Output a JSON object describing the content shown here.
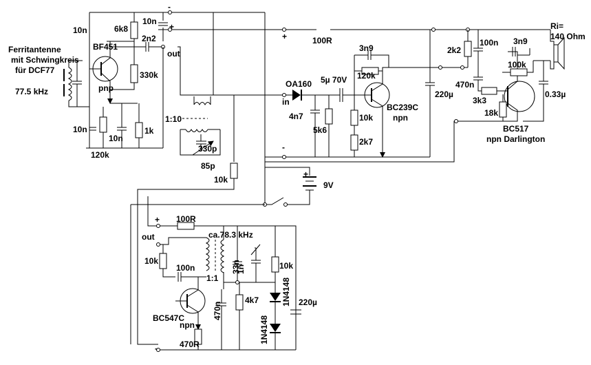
{
  "labels": [
    {
      "id": "lbl-10n-a",
      "text": "10n"
    },
    {
      "id": "lbl-10n-b",
      "text": "10n"
    },
    {
      "id": "lbl-6k8",
      "text": "6k8"
    },
    {
      "id": "lbl-minus-top",
      "text": "-"
    },
    {
      "id": "lbl-plus-top",
      "text": "+"
    },
    {
      "id": "lbl-2n2",
      "text": "2n2"
    },
    {
      "id": "lbl-out-top",
      "text": "out"
    },
    {
      "id": "lbl-ferrit-1",
      "text": "Ferritantenne"
    },
    {
      "id": "lbl-ferrit-2",
      "text": "mit Schwingkreis"
    },
    {
      "id": "lbl-ferrit-3",
      "text": "für DCF77"
    },
    {
      "id": "lbl-bf451",
      "text": "BF451"
    },
    {
      "id": "lbl-330k",
      "text": "330k"
    },
    {
      "id": "lbl-freq",
      "text": "77.5 kHz"
    },
    {
      "id": "lbl-pnp",
      "text": "pnp"
    },
    {
      "id": "lbl-10n-c",
      "text": "10n"
    },
    {
      "id": "lbl-10n-d",
      "text": "10n"
    },
    {
      "id": "lbl-1k",
      "text": "1k"
    },
    {
      "id": "lbl-120k-a",
      "text": "120k"
    },
    {
      "id": "lbl-1-10",
      "text": "1:10"
    },
    {
      "id": "lbl-330p",
      "text": "330p"
    },
    {
      "id": "lbl-85p",
      "text": "85p"
    },
    {
      "id": "lbl-10k-a",
      "text": "10k"
    },
    {
      "id": "lbl-plus-mid",
      "text": "+"
    },
    {
      "id": "lbl-100r-a",
      "text": "100R"
    },
    {
      "id": "lbl-oa160",
      "text": "OA160"
    },
    {
      "id": "lbl-in",
      "text": "in"
    },
    {
      "id": "lbl-5u",
      "text": "5µ 70V"
    },
    {
      "id": "lbl-3n9-a",
      "text": "3n9"
    },
    {
      "id": "lbl-120k-b",
      "text": "120k"
    },
    {
      "id": "lbl-4n7",
      "text": "4n7"
    },
    {
      "id": "lbl-5k6",
      "text": "5k6"
    },
    {
      "id": "lbl-10k-b",
      "text": "10k"
    },
    {
      "id": "lbl-2k7",
      "text": "2k7"
    },
    {
      "id": "lbl-bc239c",
      "text": "BC239C"
    },
    {
      "id": "lbl-npn-a",
      "text": "npn"
    },
    {
      "id": "lbl-220u-a",
      "text": "220µ"
    },
    {
      "id": "lbl-minus-mid",
      "text": "-"
    },
    {
      "id": "lbl-2k2",
      "text": "2k2"
    },
    {
      "id": "lbl-100n-a",
      "text": "100n"
    },
    {
      "id": "lbl-3n9-b",
      "text": "3n9"
    },
    {
      "id": "lbl-100k",
      "text": "100k"
    },
    {
      "id": "lbl-ri",
      "text": "Ri="
    },
    {
      "id": "lbl-140ohm",
      "text": "140 Ohm"
    },
    {
      "id": "lbl-470n-a",
      "text": "470n"
    },
    {
      "id": "lbl-3k3",
      "text": "3k3"
    },
    {
      "id": "lbl-18k",
      "text": "18k"
    },
    {
      "id": "lbl-033u",
      "text": "0.33µ"
    },
    {
      "id": "lbl-bc517",
      "text": "BC517"
    },
    {
      "id": "lbl-darlington",
      "text": "npn Darlington"
    },
    {
      "id": "lbl-plus-bat",
      "text": "+"
    },
    {
      "id": "lbl-9v",
      "text": "9V"
    },
    {
      "id": "lbl-plus-osc",
      "text": "+"
    },
    {
      "id": "lbl-100r-b",
      "text": "100R"
    },
    {
      "id": "lbl-out-osc",
      "text": "out"
    },
    {
      "id": "lbl-osc-freq",
      "text": "ca.78.3 kHz"
    },
    {
      "id": "lbl-10k-c",
      "text": "10k"
    },
    {
      "id": "lbl-100n-b",
      "text": "100n"
    },
    {
      "id": "lbl-33n",
      "text": "33n"
    },
    {
      "id": "lbl-1n",
      "text": "1n"
    },
    {
      "id": "lbl-10k-d",
      "text": "10k"
    },
    {
      "id": "lbl-1-1",
      "text": "1:1"
    },
    {
      "id": "lbl-1n4148-a",
      "text": "1N4148"
    },
    {
      "id": "lbl-220u-b",
      "text": "220µ"
    },
    {
      "id": "lbl-4k7",
      "text": "4k7"
    },
    {
      "id": "lbl-bc547c",
      "text": "BC547C"
    },
    {
      "id": "lbl-npn-b",
      "text": "npn"
    },
    {
      "id": "lbl-470n-b",
      "text": "470n"
    },
    {
      "id": "lbl-1n4148-b",
      "text": "1N4148"
    },
    {
      "id": "lbl-470r",
      "text": "470R"
    },
    {
      "id": "lbl-minus-bot",
      "text": "-"
    }
  ]
}
